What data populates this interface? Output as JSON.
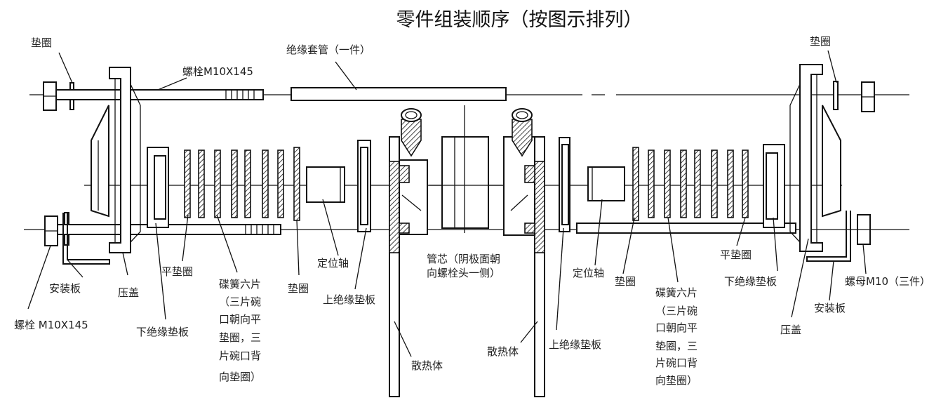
{
  "title": "零件组装顺序（按图示排列）",
  "labels": {
    "washer_tl": "垫圈",
    "bolt_top": "螺栓M10X145",
    "sleeve": "绝缘套管（一件）",
    "washer_tr": "垫圈",
    "mount_plate_l": "安装板",
    "press_cover_l": "压盖",
    "bolt_bottom": "螺栓 M10X145",
    "flat_washer_l": "平垫圈",
    "lower_pad_l": "下绝缘垫板",
    "spring_l": [
      "碟簧六片",
      "（三片碗",
      "口朝向平",
      "垫圈，三",
      "片碗口背",
      "向垫圈）"
    ],
    "washer_l": "垫圈",
    "locating_shaft_l": "定位轴",
    "upper_pad_l": "上绝缘垫板",
    "core": [
      "管芯（阴极面朝",
      "向螺栓头一侧）"
    ],
    "heatsink_l": "散热体",
    "heatsink_r": "散热体",
    "upper_pad_r": "上绝缘垫板",
    "locating_shaft_r": "定位轴",
    "washer_r": "垫圈",
    "spring_r": [
      "碟簧六片",
      "（三片碗",
      "口朝向平",
      "垫圈，三",
      "片碗口背",
      "向垫圈）"
    ],
    "flat_washer_r": "平垫圈",
    "lower_pad_r": "下绝缘垫板",
    "nut": "螺母M10（三件）",
    "mount_plate_r": "安装板",
    "press_cover_r": "压盖"
  }
}
